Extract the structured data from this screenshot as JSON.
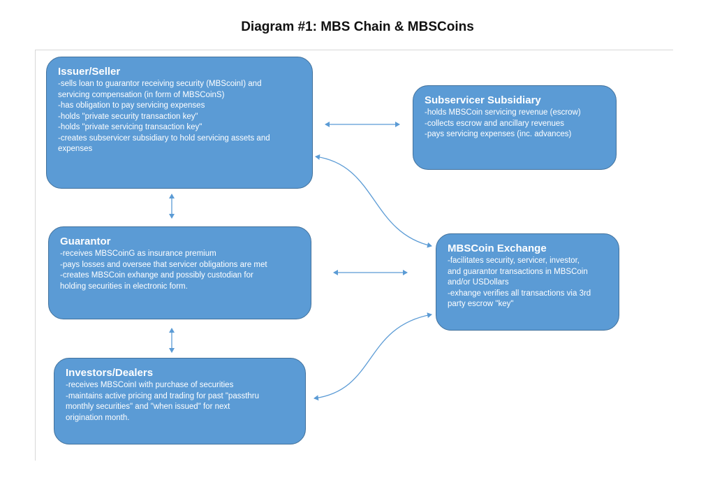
{
  "title": "Diagram #1:  MBS Chain & MBSCoins",
  "colors": {
    "box_fill": "#5b9bd5",
    "box_border": "#41719c",
    "connector": "#5b9bd5"
  },
  "nodes": {
    "issuer": {
      "title": "Issuer/Seller",
      "lines": [
        "-sells loan to guarantor receiving security (MBScoinI) and",
        "servicing compensation (in form of MBSCoinS)",
        "-has obligation to pay servicing expenses",
        "-holds \"private security transaction key\"",
        "-holds \"private servicing transaction key\"",
        "-creates subservicer subsidiary to hold servicing assets and",
        "expenses"
      ]
    },
    "subservicer": {
      "title": "Subservicer Subsidiary",
      "lines": [
        "-holds MBSCoin servicing revenue (escrow)",
        "-collects escrow and ancillary revenues",
        "-pays servicing expenses (inc. advances)"
      ]
    },
    "guarantor": {
      "title": "Guarantor",
      "lines": [
        "-receives MBSCoinG as insurance premium",
        "-pays losses and oversee that servicer obligations are met",
        "-creates MBSCoin exhange and possibly custodian for",
        "holding securities in electronic form."
      ]
    },
    "exchange": {
      "title": "MBSCoin Exchange",
      "lines": [
        "-facilitates security, servicer, investor,",
        "and guarantor transactions in MBSCoin",
        "and/or USDollars",
        "-exhange verifies all transactions via 3rd",
        "party escrow \"key\""
      ]
    },
    "investors": {
      "title": "Investors/Dealers",
      "lines": [
        "-receives MBSCoinI with purchase of securities",
        "-maintains active pricing and trading for past \"passthru",
        "monthly securities\" and \"when issued\" for next",
        "origination month."
      ]
    }
  }
}
